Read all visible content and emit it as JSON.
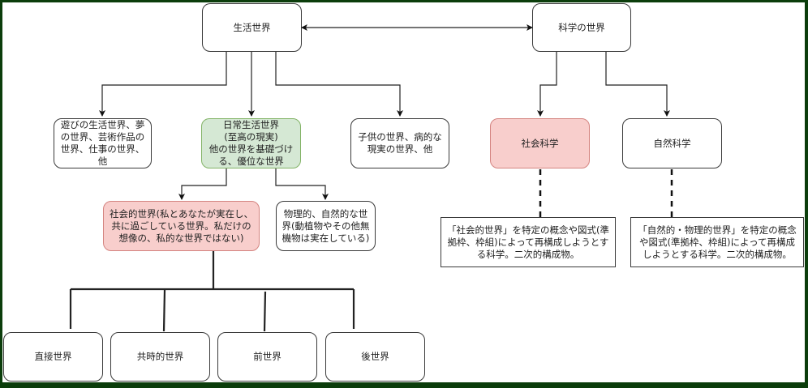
{
  "diagram": {
    "colors": {
      "frame_border": "#0b3d0b",
      "green_fill": "#d5e8d4",
      "green_stroke": "#82b366",
      "pink_fill": "#f8cecc",
      "pink_stroke": "#d48480"
    },
    "nodes": {
      "lifeworld": "生活世界",
      "science_world": "科学の世界",
      "play_world": "遊びの生活世界、夢\nの世界、芸術作品の\n世界、仕事の世界、\n他",
      "everyday_world": "日常生活世界\n(至高の現実)\n他の世界を基礎づけ\nる、優位な世界",
      "child_world": "子供の世界、病的な\n現実の世界、他",
      "social_science": "社会科学",
      "natural_science": "自然科学",
      "social_world": "社会的世界(私とあなたが実在し、\n共に過ごしている世界。私だけの\n想像の、私的な世界ではない)",
      "physical_world": "物理的、自然的な世\n界(動植物やその他無\n機物は実在している)",
      "social_science_note": "「社会的世界」を特定の概念や図式(準\n拠枠、枠組)によって再構成しようとす\nる科学。二次的構成物。",
      "natural_science_note": "「自然的・物理的世界」を特定の概念\nや図式(準拠枠、枠組)によって再構成\nしようとする科学。二次的構成物。",
      "direct_world": "直接世界",
      "contemporary_world": "共時的世界",
      "predecessor_world": "前世界",
      "successor_world": "後世界"
    }
  }
}
